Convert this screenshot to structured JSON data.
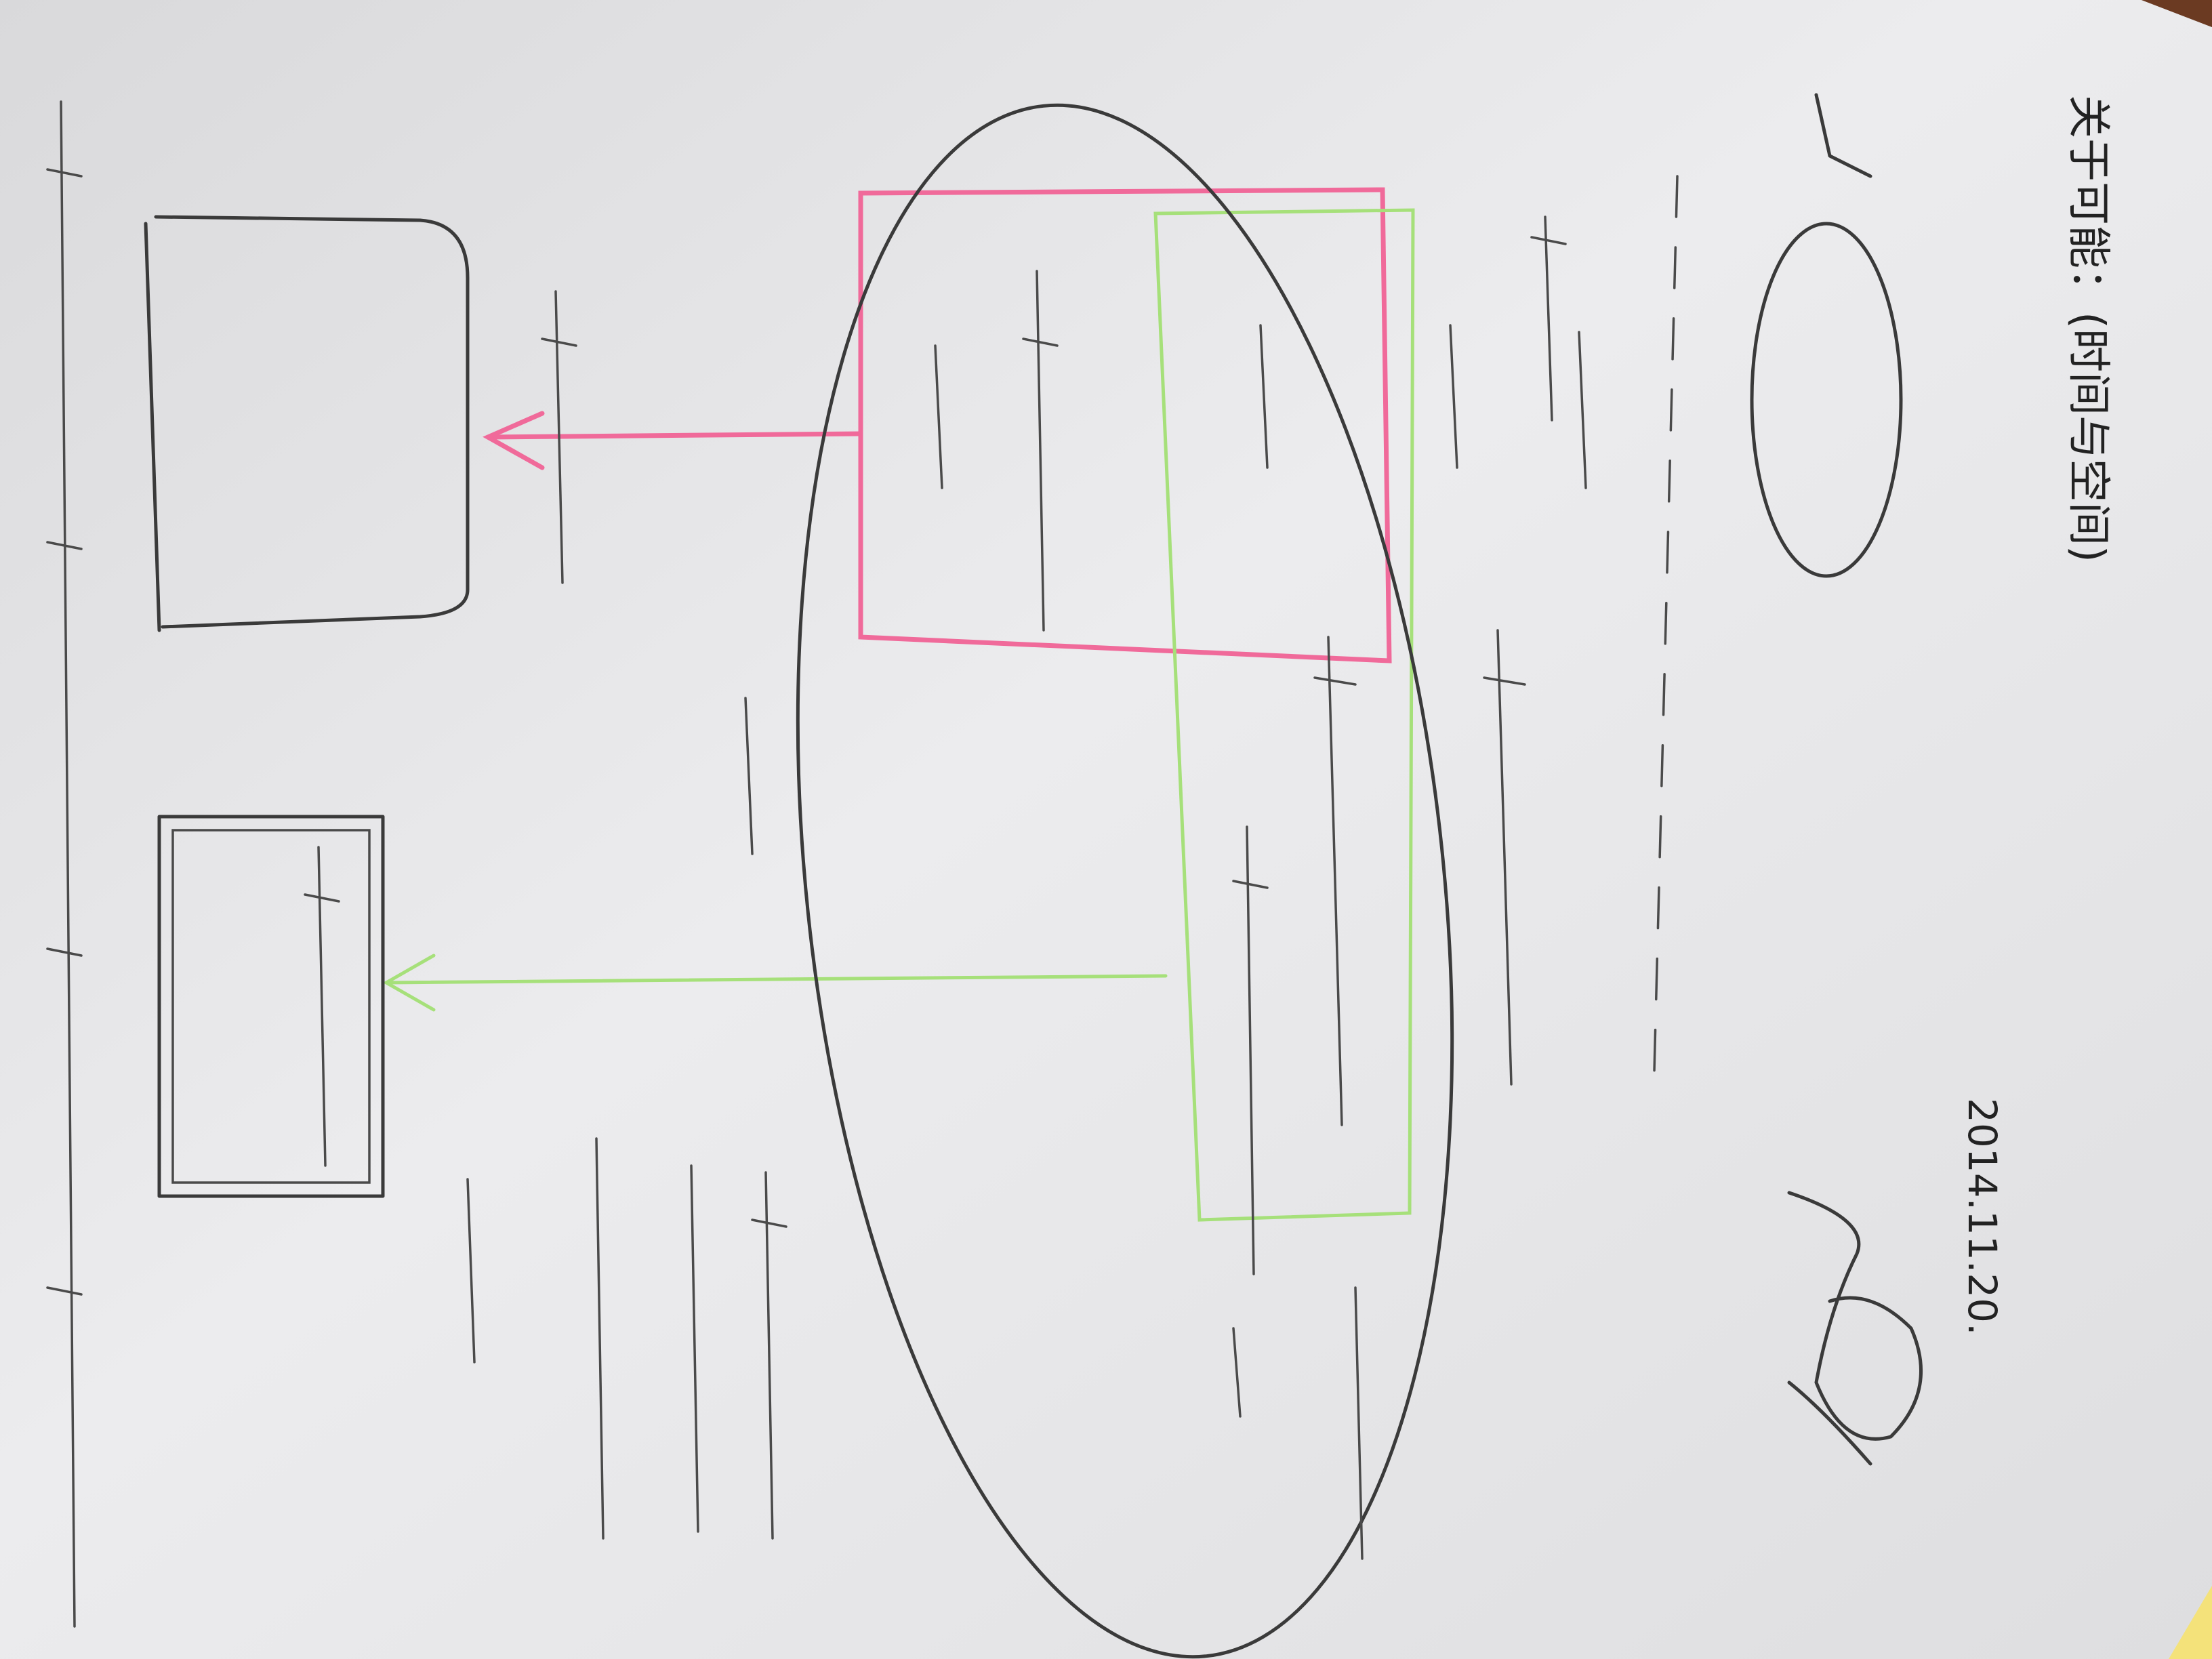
{
  "photo": {
    "subject": "handwritten-notes-on-paper",
    "orientation": "rotated-90-clockwise",
    "colors": {
      "background_wood": "#6b3a22",
      "paper": "#ececee",
      "ink": "#2a2a2a",
      "pink_marker": "#f06a9a",
      "green_marker": "#a6e07a"
    }
  },
  "notes": {
    "title": "关于可能：(时间与空间)",
    "date": "2014.11.20."
  }
}
